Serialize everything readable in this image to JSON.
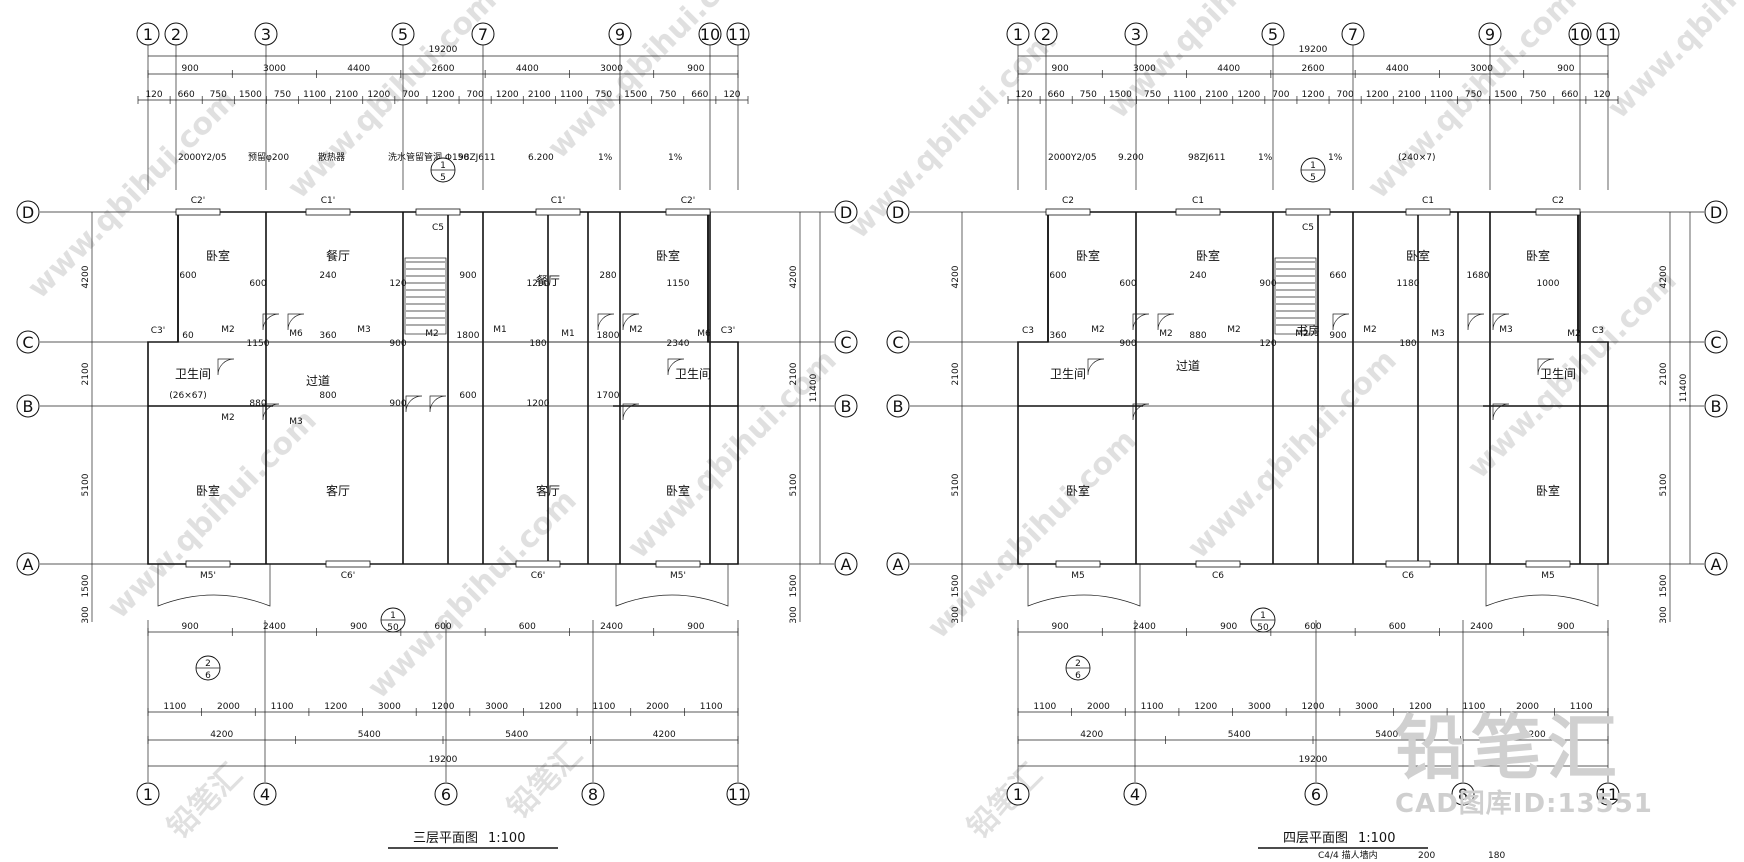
{
  "watermark": {
    "site": "www.qbihui.com",
    "brand": "铅笔汇",
    "brand_large": "铅笔汇",
    "cad_id": "CAD图库ID:13551"
  },
  "plans": [
    {
      "title": "三层平面图",
      "scale": "1:100",
      "top_axes": [
        "1",
        "2",
        "3",
        "5",
        "7",
        "9",
        "10",
        "11"
      ],
      "bottom_axes": [
        "1",
        "4",
        "6",
        "8",
        "11"
      ],
      "left_axes": [
        "D",
        "C",
        "B",
        "A"
      ],
      "total_width": "19200",
      "total_depth": "11400",
      "dim_row1": [
        "900",
        "3000",
        "4400",
        "2600",
        "4400",
        "3000",
        "900"
      ],
      "dim_row2": [
        "120",
        "660",
        "750",
        "1500",
        "750",
        "1100",
        "2100",
        "1200",
        "700",
        "1200",
        "700",
        "1200",
        "2100",
        "1100",
        "750",
        "1500",
        "750",
        "660",
        "120"
      ],
      "bottom_row1": [
        "900",
        "2400",
        "900",
        "600",
        "600",
        "2400",
        "900"
      ],
      "bottom_row2": [
        "1100",
        "2000",
        "1100",
        "1200",
        "3000",
        "1200",
        "3000",
        "1200",
        "1100",
        "2000",
        "1100"
      ],
      "bottom_row3": [
        "4200",
        "5400",
        "5400",
        "4200"
      ],
      "side_dims": [
        "4200",
        "2100",
        "5100",
        "1500",
        "300"
      ],
      "rooms": [
        "卧室",
        "餐厅",
        "餐厅",
        "卧室",
        "卫生间",
        "过道",
        "卫生间",
        "卧室",
        "客厅",
        "客厅",
        "卧室"
      ],
      "windows": [
        "C2'",
        "C1'",
        "C5",
        "C1'",
        "C2'",
        "C3'",
        "C3'",
        "M5'",
        "C6'",
        "C6'",
        "M5'"
      ],
      "doors": [
        "M2",
        "M6",
        "M3",
        "M2",
        "M1",
        "M1",
        "M2",
        "M6",
        "M2",
        "M3"
      ],
      "notes": [
        "2000Y2/05",
        "预留φ200",
        "散热器",
        "洗水管留管洞 Φ150",
        "98ZJ611",
        "6.200",
        "1%",
        "1%"
      ],
      "details": [
        {
          "num": "1",
          "ref": "5"
        },
        {
          "num": "1",
          "ref": "50"
        },
        {
          "num": "2",
          "ref": "6"
        }
      ],
      "misc_dims": [
        "600",
        "600",
        "240",
        "120",
        "900",
        "1200",
        "280",
        "1150",
        "60",
        "1150",
        "360",
        "900",
        "1800",
        "180",
        "1800",
        "2340",
        "(26×67)",
        "880",
        "800",
        "900",
        "600",
        "1200",
        "1700"
      ]
    },
    {
      "title": "四层平面图",
      "scale": "1:100",
      "top_axes": [
        "1",
        "2",
        "3",
        "5",
        "7",
        "9",
        "10",
        "11"
      ],
      "bottom_axes": [
        "1",
        "4",
        "6",
        "8",
        "11"
      ],
      "left_axes": [
        "D",
        "C",
        "B",
        "A"
      ],
      "total_width": "19200",
      "total_depth": "11400",
      "dim_row1": [
        "900",
        "3000",
        "4400",
        "2600",
        "4400",
        "3000",
        "900"
      ],
      "dim_row2": [
        "120",
        "660",
        "750",
        "1500",
        "750",
        "1100",
        "2100",
        "1200",
        "700",
        "1200",
        "700",
        "1200",
        "2100",
        "1100",
        "750",
        "1500",
        "750",
        "660",
        "120"
      ],
      "bottom_row1": [
        "900",
        "2400",
        "900",
        "600",
        "600",
        "2400",
        "900"
      ],
      "bottom_row2": [
        "1100",
        "2000",
        "1100",
        "1200",
        "3000",
        "1200",
        "3000",
        "1200",
        "1100",
        "2000",
        "1100"
      ],
      "bottom_row3": [
        "4200",
        "5400",
        "5400",
        "4200"
      ],
      "side_dims": [
        "4200",
        "2100",
        "5100",
        "1500",
        "300"
      ],
      "rooms": [
        "卧室",
        "卧室",
        "书房",
        "卧室",
        "卧室",
        "卫生间",
        "过道",
        "卫生间",
        "卧室",
        "卧室"
      ],
      "windows": [
        "C2",
        "C1",
        "C5",
        "C1",
        "C2",
        "C3",
        "C3",
        "M5",
        "C6",
        "C6",
        "M5"
      ],
      "doors": [
        "M2",
        "M2",
        "M2",
        "M2",
        "M2",
        "M3",
        "M3",
        "M2"
      ],
      "notes": [
        "2000Y2/05",
        "9.200",
        "98ZJ611",
        "1%",
        "1%",
        "(240×7)"
      ],
      "details": [
        {
          "num": "1",
          "ref": "5"
        },
        {
          "num": "1",
          "ref": "50"
        },
        {
          "num": "2",
          "ref": "6"
        }
      ],
      "misc_dims": [
        "600",
        "600",
        "240",
        "900",
        "660",
        "1180",
        "1680",
        "1000",
        "360",
        "900",
        "880",
        "120",
        "900",
        "180"
      ],
      "footer_note": "C4/4 描人墙内",
      "footer_dims": [
        "200",
        "180"
      ]
    }
  ]
}
